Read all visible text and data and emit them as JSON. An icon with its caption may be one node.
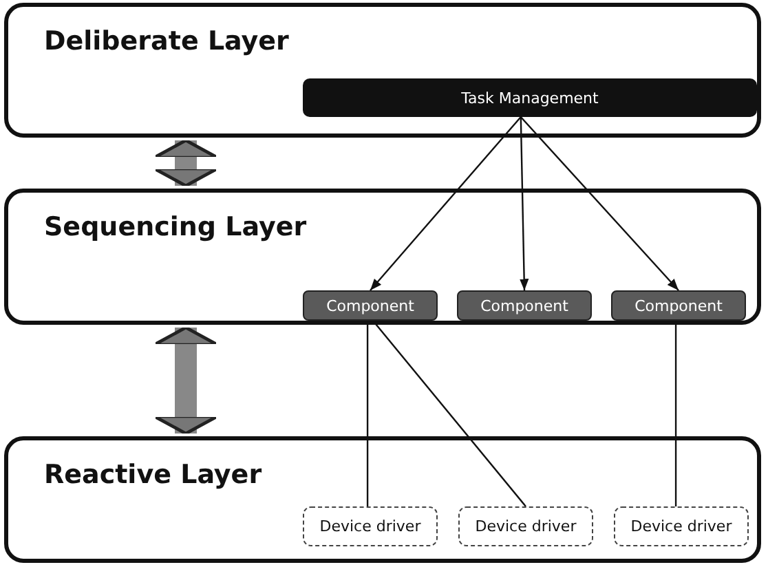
{
  "diagram": {
    "nodes": [
      {
        "text": [
          "Deliberate Layer"
        ]
      },
      {
        "text": [
          "Task Management"
        ],
        "in": 0
      },
      {
        "text": [
          "Sequencing Layer"
        ]
      },
      {
        "text": [
          "Component"
        ],
        "in": 2
      },
      {
        "text": [
          "Component"
        ],
        "in": 2
      },
      {
        "text": [
          "Component"
        ],
        "in": 2
      },
      {
        "text": [
          "Reactive Layer"
        ]
      },
      {
        "text": [
          "Device driver"
        ],
        "in": 6
      },
      {
        "text": [
          "Device driver"
        ],
        "in": 6
      },
      {
        "text": [
          "Device driver"
        ],
        "in": 6
      }
    ],
    "edges": [
      {
        "from": 0,
        "to": 2,
        "arrow": "both",
        "style": "thick",
        "color": "#888888"
      },
      {
        "from": 2,
        "to": 6,
        "arrow": "both",
        "style": "thick",
        "color": "#888888"
      },
      {
        "from": 1,
        "to": 3,
        "arrow": "to"
      },
      {
        "from": 1,
        "to": 4,
        "arrow": "to"
      },
      {
        "from": 1,
        "to": 5,
        "arrow": "to"
      },
      {
        "from": 3,
        "to": 7,
        "arrow": "none"
      },
      {
        "from": 3,
        "to": 8,
        "arrow": "none"
      },
      {
        "from": 5,
        "to": 9,
        "arrow": "none"
      }
    ]
  }
}
